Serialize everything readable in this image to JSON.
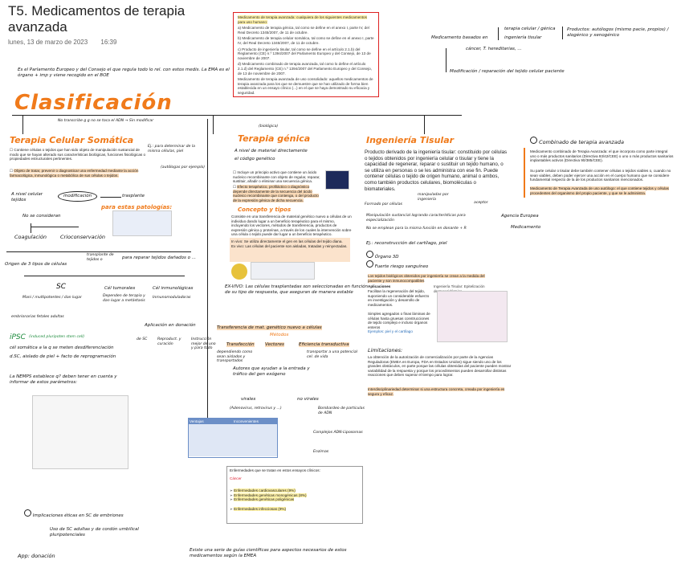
{
  "page": {
    "title": "T5. Medicamentos de terapia avanzada",
    "date": "lunes, 13 de marzo de 2023",
    "time": "16:39"
  },
  "intro_note": "Es el Parlamento Europeo y del Consejo el que regula todo lo rel. con estos medis. La EMA es el órgano + imp y viene recogido en el BOE",
  "redbox": {
    "p1": "Medicamento de terapia avanzada: cualquiera de los siguientes medicamentos para uso humano:",
    "p2": "a) Medicamento de terapia génica, tal como se define en el anexo I, parte IV, del Real Decreto 1345/2007, de 11 de octubre.",
    "p3": "b) Medicamento de terapia celular somática, tal como se define en el anexo I, parte IV, del Real Decreto 1345/2007, de 11 de octubre.",
    "p4": "c) Producto de ingeniería tisular, tal como se define en el artículo 2.1.b) del Reglamento (CE) n.º 1394/2007 del Parlamento Europeo y del Consejo, de 13 de noviembre de 2007.",
    "p5": "d) Medicamento combinado de terapia avanzada, tal como lo define el artículo 2.1.d) del Reglamento (CE) n.º 1394/2007 del Parlamento Europeo y del Consejo, de 13 de noviembre de 2007.",
    "p6": "Medicamento de terapia avanzada de uso consolidado: aquellos medicamentos de terapia avanzada para los que se demuestre que se han utilizado de forma bien establecida en un ensayo clínico (...) en el que se haya demostrado su eficacia y seguridad."
  },
  "top_right": {
    "left_label": "Medicamento basados en",
    "branch1": "terapia celular / génica",
    "branch2": "ingeniería tisular",
    "products": "Productos: autólogos (mismo pacie, propios) / alogénico y xenogénico",
    "use": "cáncer, T. hereditarias, ...",
    "modif": "Modificación / reparación del tejido celular paciente"
  },
  "clasificacion": "Clasificación",
  "somatica": {
    "title": "Terapia Celular Somática",
    "note_top": "No transcribe g g no se toca el ADN → Sin modificar",
    "c1": "Contiene células o tejidos que han sido objeto de manipulación sustancial de modo que se hayan alterado sus características biológicas, funciones fisiológicas o propiedades estructurales pertinentes.",
    "c2": "Objeto de tratar, prevenir o diagnosticar una enfermedad mediante la acción farmacológica, inmunológica o metabólica de sus células o tejidos.",
    "side": "Ej.: para determinar de la misma células, piel",
    "side2": "(autólogas por ejemplo)",
    "flow1": "A nivel celular tejidos",
    "flow2": "modificación",
    "flow3": "trasplante",
    "pat": "para estas patologías:",
    "flow4": "No se consideran",
    "flow5": "Coagulación",
    "flow6": "Crioconservación",
    "types": "Origen de 3 tipos de células",
    "types2": "transplante de tejidos o",
    "types3": "para reparar tejidos dañados o ...",
    "sc": "SC",
    "sc1": "Mani / multipotentes / dan lugar",
    "sc2": "embrionarias  fetales  adultas",
    "cel_tum": "Cél tumorales",
    "cel_tum_d": "Dependen de terapia y dan lugar a metástasis",
    "cel_inm": "Cél inmunológicas",
    "cel_inm_d": "Inmunomoduladoras",
    "ipsc_title": "iPSC",
    "ipsc_note": "(induced pluripoten stem cell)",
    "ipsc1": "cél somática a la q se meten desdiferenciación",
    "ipsc2": "d.SC, aislado de piel  + facto de reprogramación",
    "aplic": "Aplicación en donación",
    "de_sc": "de SC",
    "repro": "Reproduct. y curación",
    "instru": "Instrucción mejor de uno y para todo",
    "nemps": "La NEMPS establece q? deben tener en cuenta y informar de estos parámetros:",
    "implic": "Implicaciones éticas en SC de embriones",
    "implic2": "Uso de SC adultas y de cordón umbilical pluripotenciales",
    "app": "App: donación"
  },
  "genica": {
    "title": "Terapia génica",
    "biol": "(biológica)",
    "d1": "A nivel de material directamente",
    "d2": "el código genético",
    "b1": "Incluye un principio activo que contiene un ácido nucleico recombinante con objeto de regular, reparar, sustituir, añadir o eliminar una secuencia génica.",
    "b2": "Efecto terapéutico, profiláctico o diagnóstico depende directamente de la secuencia del ácido nucleico recombinante que contenga, o del producto de la expresión génica de dicha secuencia.",
    "concept": "Concepto y tipos",
    "concept_text": "Consiste en una transferencia de material genético nuevo a células de un individuo dando lugar a un beneficio terapéutico para el mismo, incluyendo los vectores, métodos de transferencia, productos de expresión génica y proteínas, a través de los cuales la intervención sobre una célula o tejido puede dar lugar a un beneficio terapéutico.",
    "enbox1": "In vivo: Se utiliza directamente el gen en las células del tejido diana.",
    "enbox2": "Ex vivo: Las células del paciente son aisladas, tratadas y reinyectadas.",
    "exvivo": "EX-VIVO: Las células trasplantadas son seleccionadas en función de su tipo de respuesta, que aseguran de manera estable",
    "transf": "Transferencia de mat. genético nuevo a células",
    "metodos": "Métodos",
    "m1": "Transfección",
    "m1d": "dependiendo como sean aislados y transportados",
    "m2": "Vectores",
    "m3": "Eficiencia transductiva",
    "m3d": "transportar a una potencial cel. de vida",
    "auto": "Autores que ayudan a la entrada y tráfico del gen exógeno",
    "virales": "virales",
    "noviral": "no virales",
    "virales_d": "(Adenovirus, retrovirus y ...)",
    "bomb": "Bombardeo de partículas de ADN",
    "lipo": "Complejos ADN-Liposomas",
    "enz": "Enzimas",
    "tbl_h1": "Ventajas",
    "tbl_h2": "Inconvenientes",
    "enf_title": "Enfermedades que se tratan en estos ensayos clínicos:",
    "enf1": "Cáncer",
    "enf2": "Enfermedades cardiovasculares (9%)",
    "enf3": "Enfermedades genéticas monogénicas (8%)",
    "enf4": "Enfermedades genéticas poligénicas",
    "enf5": "Enfermedades infecciosas (9%)",
    "bottom": "Existe una serie de guías científicas para aspectos necesarios de estos medicamentos según la EMEA"
  },
  "tisular": {
    "title": "Ingeniería Tisular",
    "def": "Producto derivado de la ingeniería tisular: constituido por células o tejidos obtenidos por ingeniería celular o tisular y tiene la capacidad de regenerar, reparar o sustituir un tejido humano, o se utiliza en personas o se les administra con ese fin. Puede contener células o tejido de origen humano, animal o ambos, como también productos celulares, biomoléculas o biomateriales.",
    "flow_a": "Formado por células",
    "flow_b": "manipuladas por ingeniería",
    "flow_c": "aceptor",
    "flow_d": "Manipulación sustancial logrando características para especialización",
    "flow_e": "No se emplean para la misma función en donante + R",
    "agencia": "Agencia Europea",
    "med": "Medicamento",
    "ej": "Ej.: reconstrucción del cartílago, piel",
    "o1": "Órgano 3D",
    "o2": "Fuerte riesgo sanguíneo",
    "tejidos": "Los tejidos biológicos obtenidos por ingeniería se crean a la medida del paciente y son inmunocompatibles",
    "aplic": "Aplicaciones",
    "aplic_text": "Facilitan la regeneración del tejido, suponiendo un considerable esfuerzo en investigación y desarrollo de medicamentos.",
    "simple": "Simples agregados o finas láminas de células hasta gruesas construcciones de tejido complejo e incluso órganos enteros",
    "ejemplos": "Ejemplos: piel y el cartílago",
    "fig_title": "Ingeniería Tisular: Epitelización dermoepidérmica",
    "limit": "Limitaciones:",
    "limit_text": "La obtención de la autorización de comercialización por parte de la Agencias Reguladoras (EMEA en Europa, FDA en Estados Unidos) sigue siendo uno de los grandes obstáculos, en parte porque las células obtenidas del paciente pueden mostrar variabilidad de la respuesta y porque los procedimientos pueden desarrollar distintas reacciones que deben superar el tiempo para lograr.",
    "interdis": "Interdisciplinariedad determinar si una estructura concreta, creada por ingeniería es segura y eficaz."
  },
  "combinado": {
    "title": "Combinado de terapia avanzada",
    "def1": "Medicamento combinado de Terapia Avanzada: el que incorpora como parte integral uno o más productos sanitarios (Directiva 93/42/CEE) o uno o más productos sanitarios implantables activos (Directiva 90/385/CEE).",
    "def2": "Su parte celular o tisular debe también contener células o tejidos viables o, cuando no sean viables, deben poder ejercer una acción en el cuerpo humano que se considere fundamental respecto de la de los productos sanitarios mencionados.",
    "def3": "Medicamento de Terapia Avanzada de uso autólogo: el que contiene tejidos y células procedentes del organismo del propio paciente, y que se le administra."
  }
}
